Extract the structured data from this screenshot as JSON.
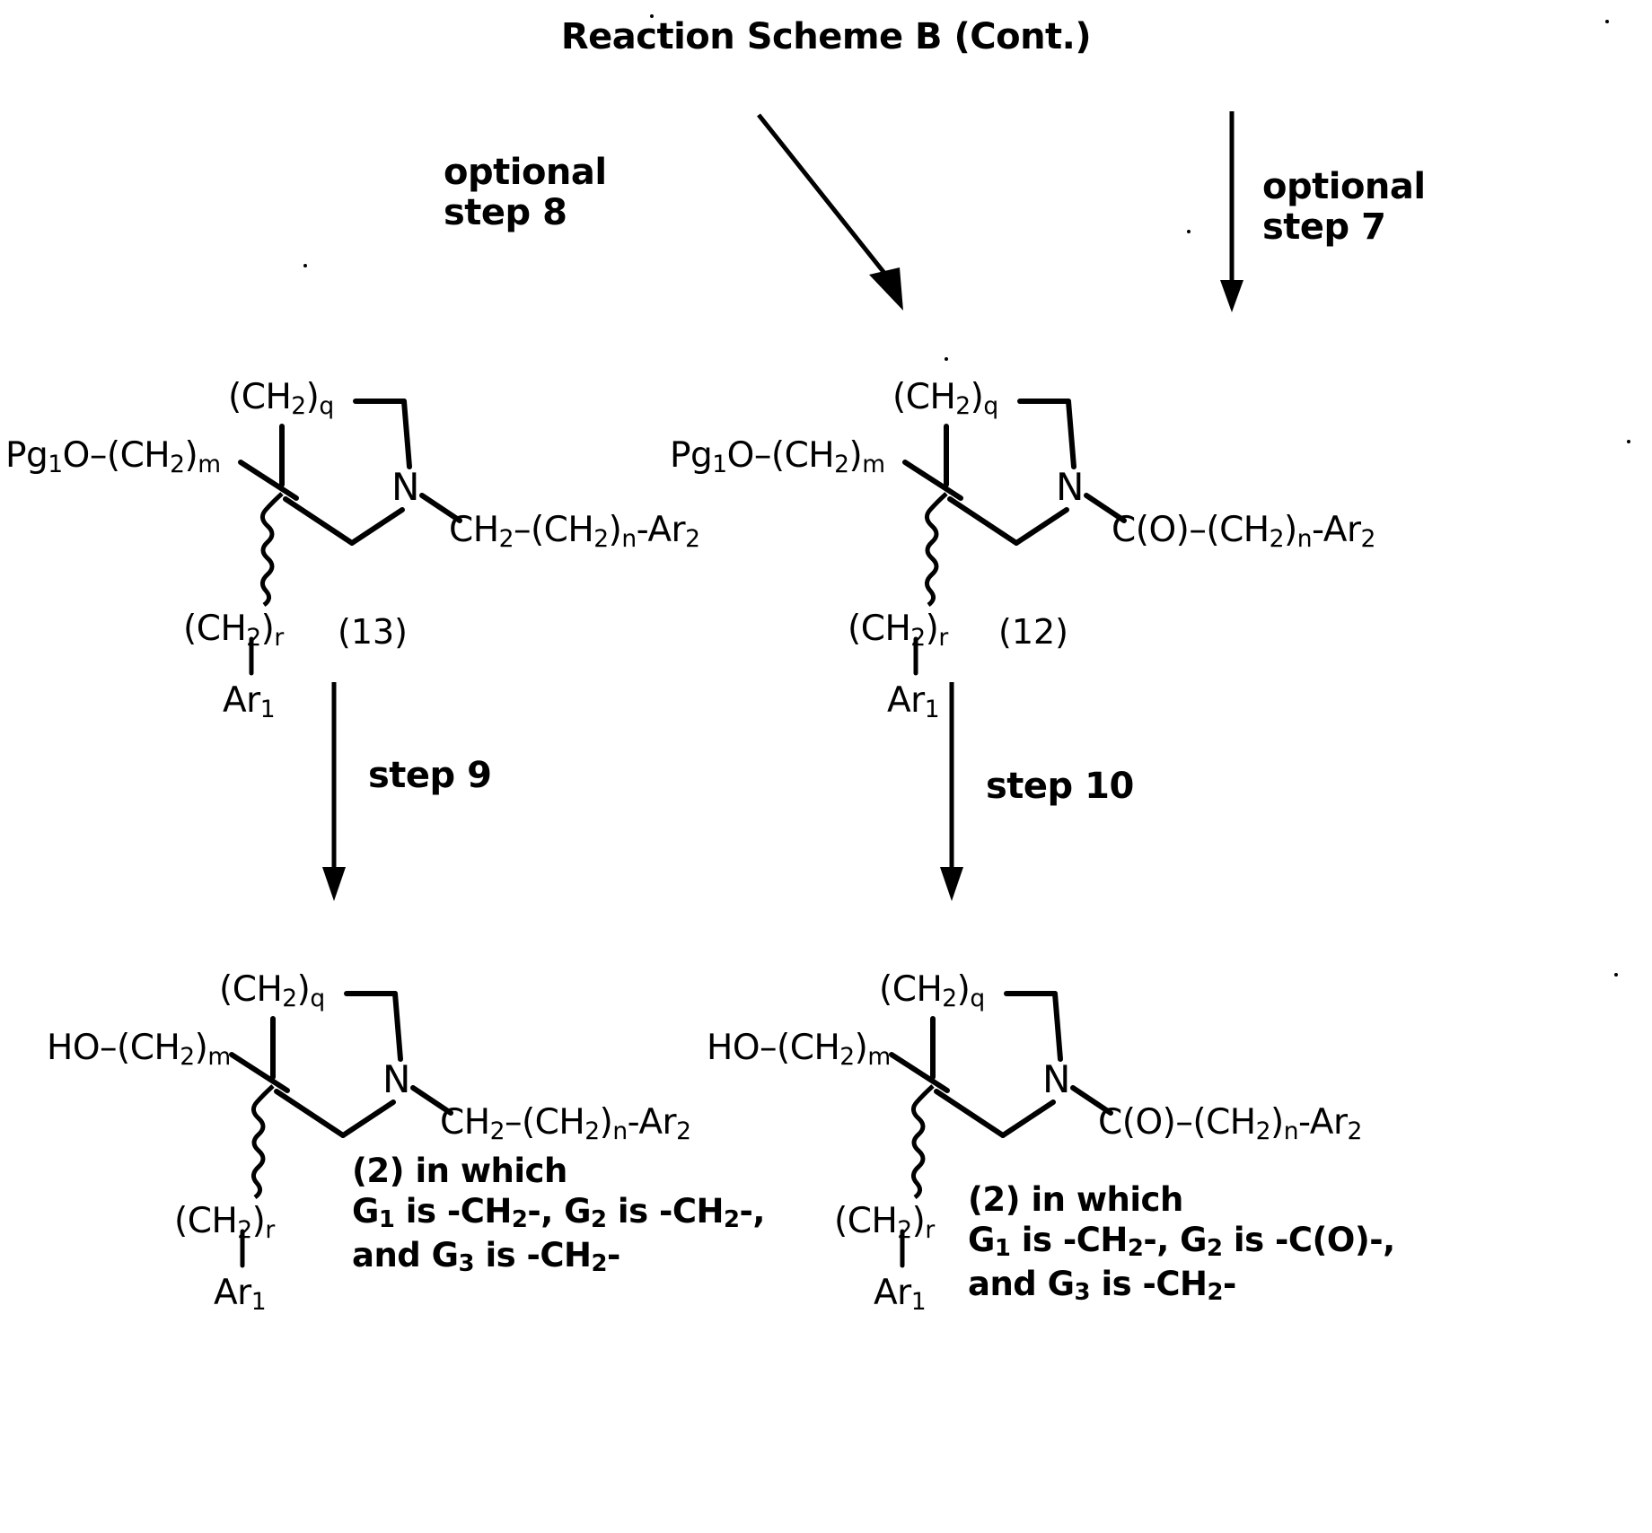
{
  "title": "Reaction Scheme B (Cont.)",
  "arrows": [
    {
      "name": "optional-step-8-arrow",
      "label": "optional\nstep 8",
      "direction": "diagonal-down-left"
    },
    {
      "name": "optional-step-7-arrow",
      "label": "optional\nstep 7",
      "direction": "down"
    },
    {
      "name": "step-9-arrow",
      "label": "step 9",
      "direction": "down"
    },
    {
      "name": "step-10-arrow",
      "label": "step 10",
      "direction": "down"
    }
  ],
  "structures": {
    "compound_13": {
      "number": "(13)",
      "left_group": "Pg1O–(CH2)m",
      "top_group": "(CH2)q",
      "bottom_group": "(CH2)r",
      "aryl_bottom": "Ar1",
      "nitrogen": "N",
      "n_substituent": "CH2–(CH2)n-Ar2"
    },
    "compound_12": {
      "number": "(12)",
      "left_group": "Pg1O–(CH2)m",
      "top_group": "(CH2)q",
      "bottom_group": "(CH2)r",
      "aryl_bottom": "Ar1",
      "nitrogen": "N",
      "n_substituent": "C(O)–(CH2)n-Ar2"
    },
    "product_left": {
      "left_group": "HO–(CH2)m",
      "top_group": "(CH2)q",
      "bottom_group": "(CH2)r",
      "aryl_bottom": "Ar1",
      "nitrogen": "N",
      "n_substituent": "CH2–(CH2)n-Ar2",
      "caption": "(2) in which\nG1 is -CH2-, G2 is -CH2-,\nand G3 is -CH2-"
    },
    "product_right": {
      "left_group": "HO–(CH2)m",
      "top_group": "(CH2)q",
      "bottom_group": "(CH2)r",
      "aryl_bottom": "Ar1",
      "nitrogen": "N",
      "n_substituent": "C(O)–(CH2)n-Ar2",
      "caption": "(2) in which\nG1 is -CH2-, G2 is -C(O)-,\nand G3 is -CH2-"
    }
  },
  "colors": {
    "ink": "#000000",
    "page": "#ffffff"
  }
}
